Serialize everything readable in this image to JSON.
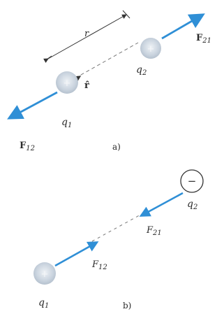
{
  "panel_a": {
    "distance_label": "r",
    "unit_vector_label": "r̂",
    "charge1": {
      "symbol": "q",
      "sub": "1",
      "sign": "+"
    },
    "charge2": {
      "symbol": "q",
      "sub": "2",
      "sign": "+"
    },
    "force_on_2": {
      "symbol": "F",
      "sub": "21"
    },
    "force_on_1": {
      "symbol": "F",
      "sub": "12"
    },
    "caption": "a)"
  },
  "panel_b": {
    "charge1": {
      "symbol": "q",
      "sub": "1",
      "sign": "+"
    },
    "charge2": {
      "symbol": "q",
      "sub": "2",
      "sign": "−"
    },
    "force_on_2": {
      "symbol": "F",
      "sub": "21"
    },
    "force_on_1": {
      "symbol": "F",
      "sub": "12"
    },
    "caption": "b)"
  },
  "colors": {
    "arrow": "#2f8fd6",
    "positive_charge": "#c9d3de",
    "negative_charge": "#ffffff",
    "line": "#333333"
  }
}
